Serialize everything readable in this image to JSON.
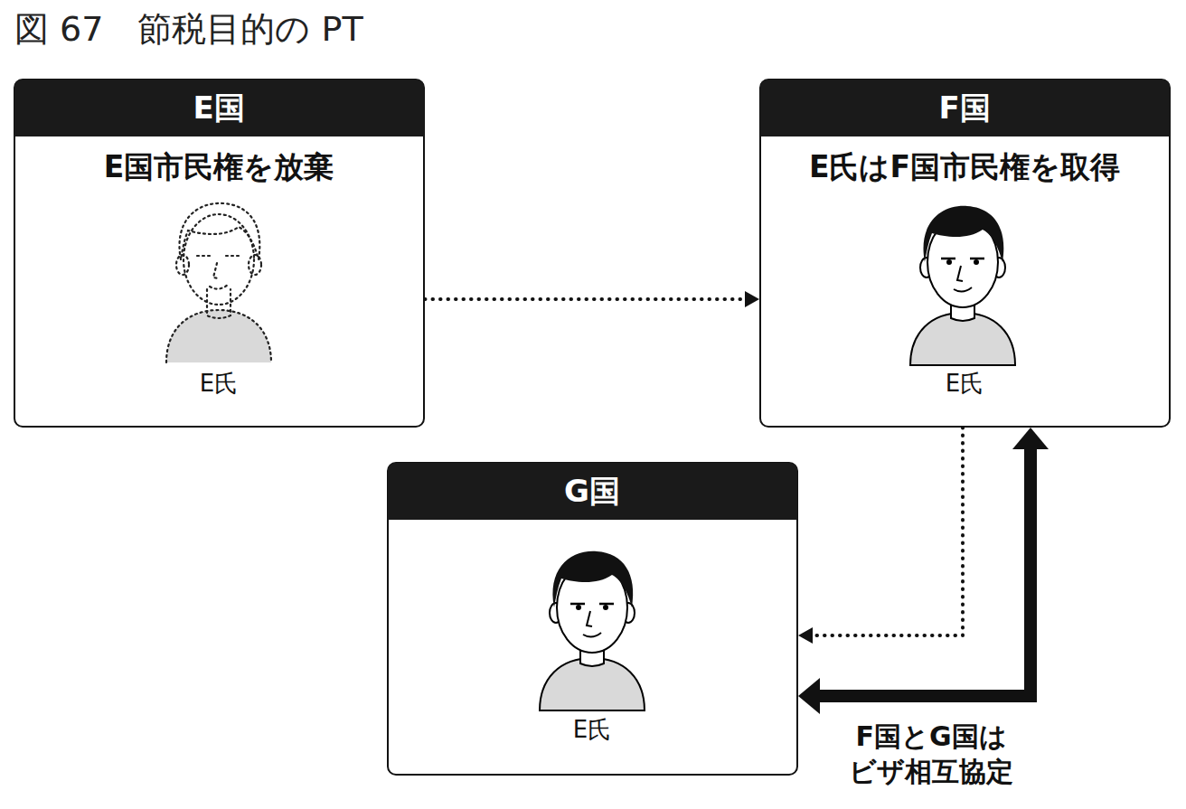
{
  "diagram": {
    "title": "図 67　節税目的の PT",
    "nodes": [
      {
        "text": [
          "E国",
          "E国市民権を放棄",
          "E氏"
        ]
      },
      {
        "text": [
          "F国",
          "E氏はF国市民権を取得",
          "E氏"
        ]
      },
      {
        "text": [
          "G国",
          "E氏"
        ]
      }
    ],
    "edges": [
      {
        "from": 0,
        "to": 1,
        "arrow": "to"
      },
      {
        "from": 1,
        "to": 2,
        "arrow": "to"
      },
      {
        "from": 1,
        "to": 2,
        "label": "F国とG国は ビザ相互協定",
        "arrow": "both"
      }
    ]
  }
}
